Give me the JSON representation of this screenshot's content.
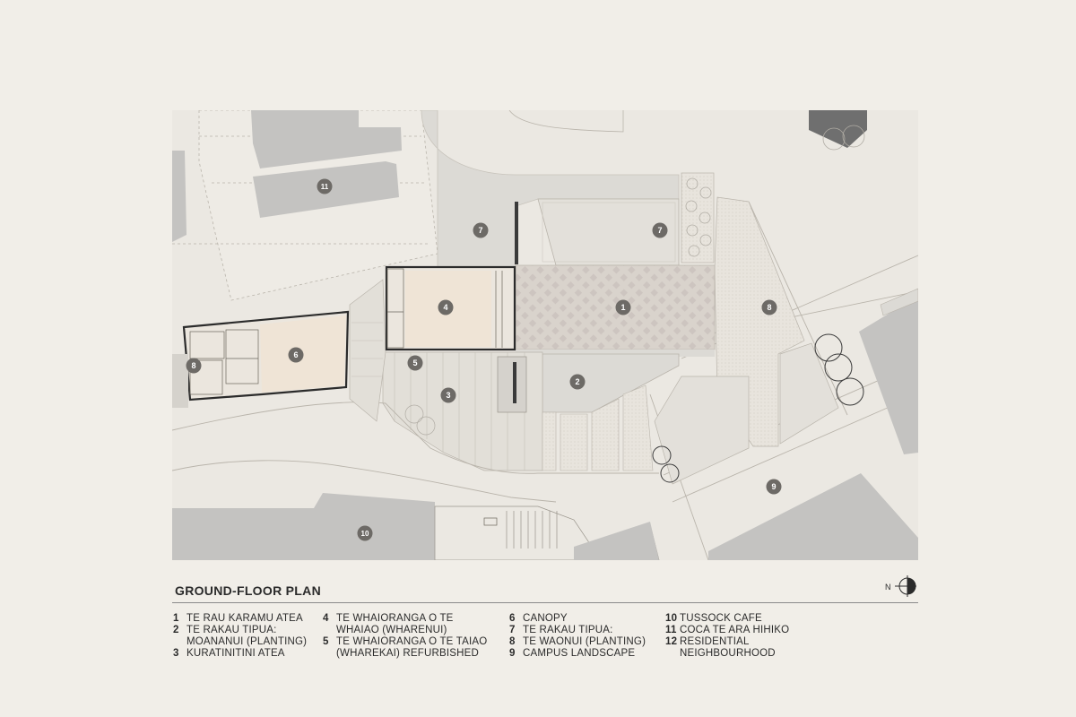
{
  "plan": {
    "title": "GROUND-FLOOR PLAN",
    "north_label": "N",
    "markers": [
      "11",
      "7",
      "7",
      "4",
      "1",
      "8",
      "5",
      "6",
      "8",
      "3",
      "2",
      "9",
      "10"
    ]
  },
  "legend": {
    "col1": [
      {
        "num": "1",
        "lines": [
          "TE RAU KARAMU ATEA"
        ]
      },
      {
        "num": "2",
        "lines": [
          "TE RAKAU TIPUA:",
          "MOANANUI (PLANTING)"
        ]
      },
      {
        "num": "3",
        "lines": [
          "KURATINITINI ATEA"
        ]
      }
    ],
    "col2": [
      {
        "num": "4",
        "lines": [
          "TE WHAIORANGA O TE",
          "WHAIAO (WHARENUI)"
        ]
      },
      {
        "num": "5",
        "lines": [
          "TE WHAIORANGA O TE TAIAO",
          "(WHAREKAI) REFURBISHED"
        ]
      }
    ],
    "col3": [
      {
        "num": "6",
        "lines": [
          "CANOPY"
        ]
      },
      {
        "num": "7",
        "lines": [
          "TE RAKAU TIPUA:"
        ]
      },
      {
        "num": "8",
        "lines": [
          "TE WAONUI (PLANTING)"
        ]
      },
      {
        "num": "9",
        "lines": [
          "CAMPUS LANDSCAPE"
        ]
      }
    ],
    "col4": [
      {
        "num": "10",
        "lines": [
          "TUSSOCK CAFE"
        ]
      },
      {
        "num": "11",
        "lines": [
          "COCA TE ARA HIHIKO"
        ]
      },
      {
        "num": "12",
        "lines": [
          "RESIDENTIAL",
          "NEIGHBOURHOOD"
        ]
      }
    ]
  }
}
